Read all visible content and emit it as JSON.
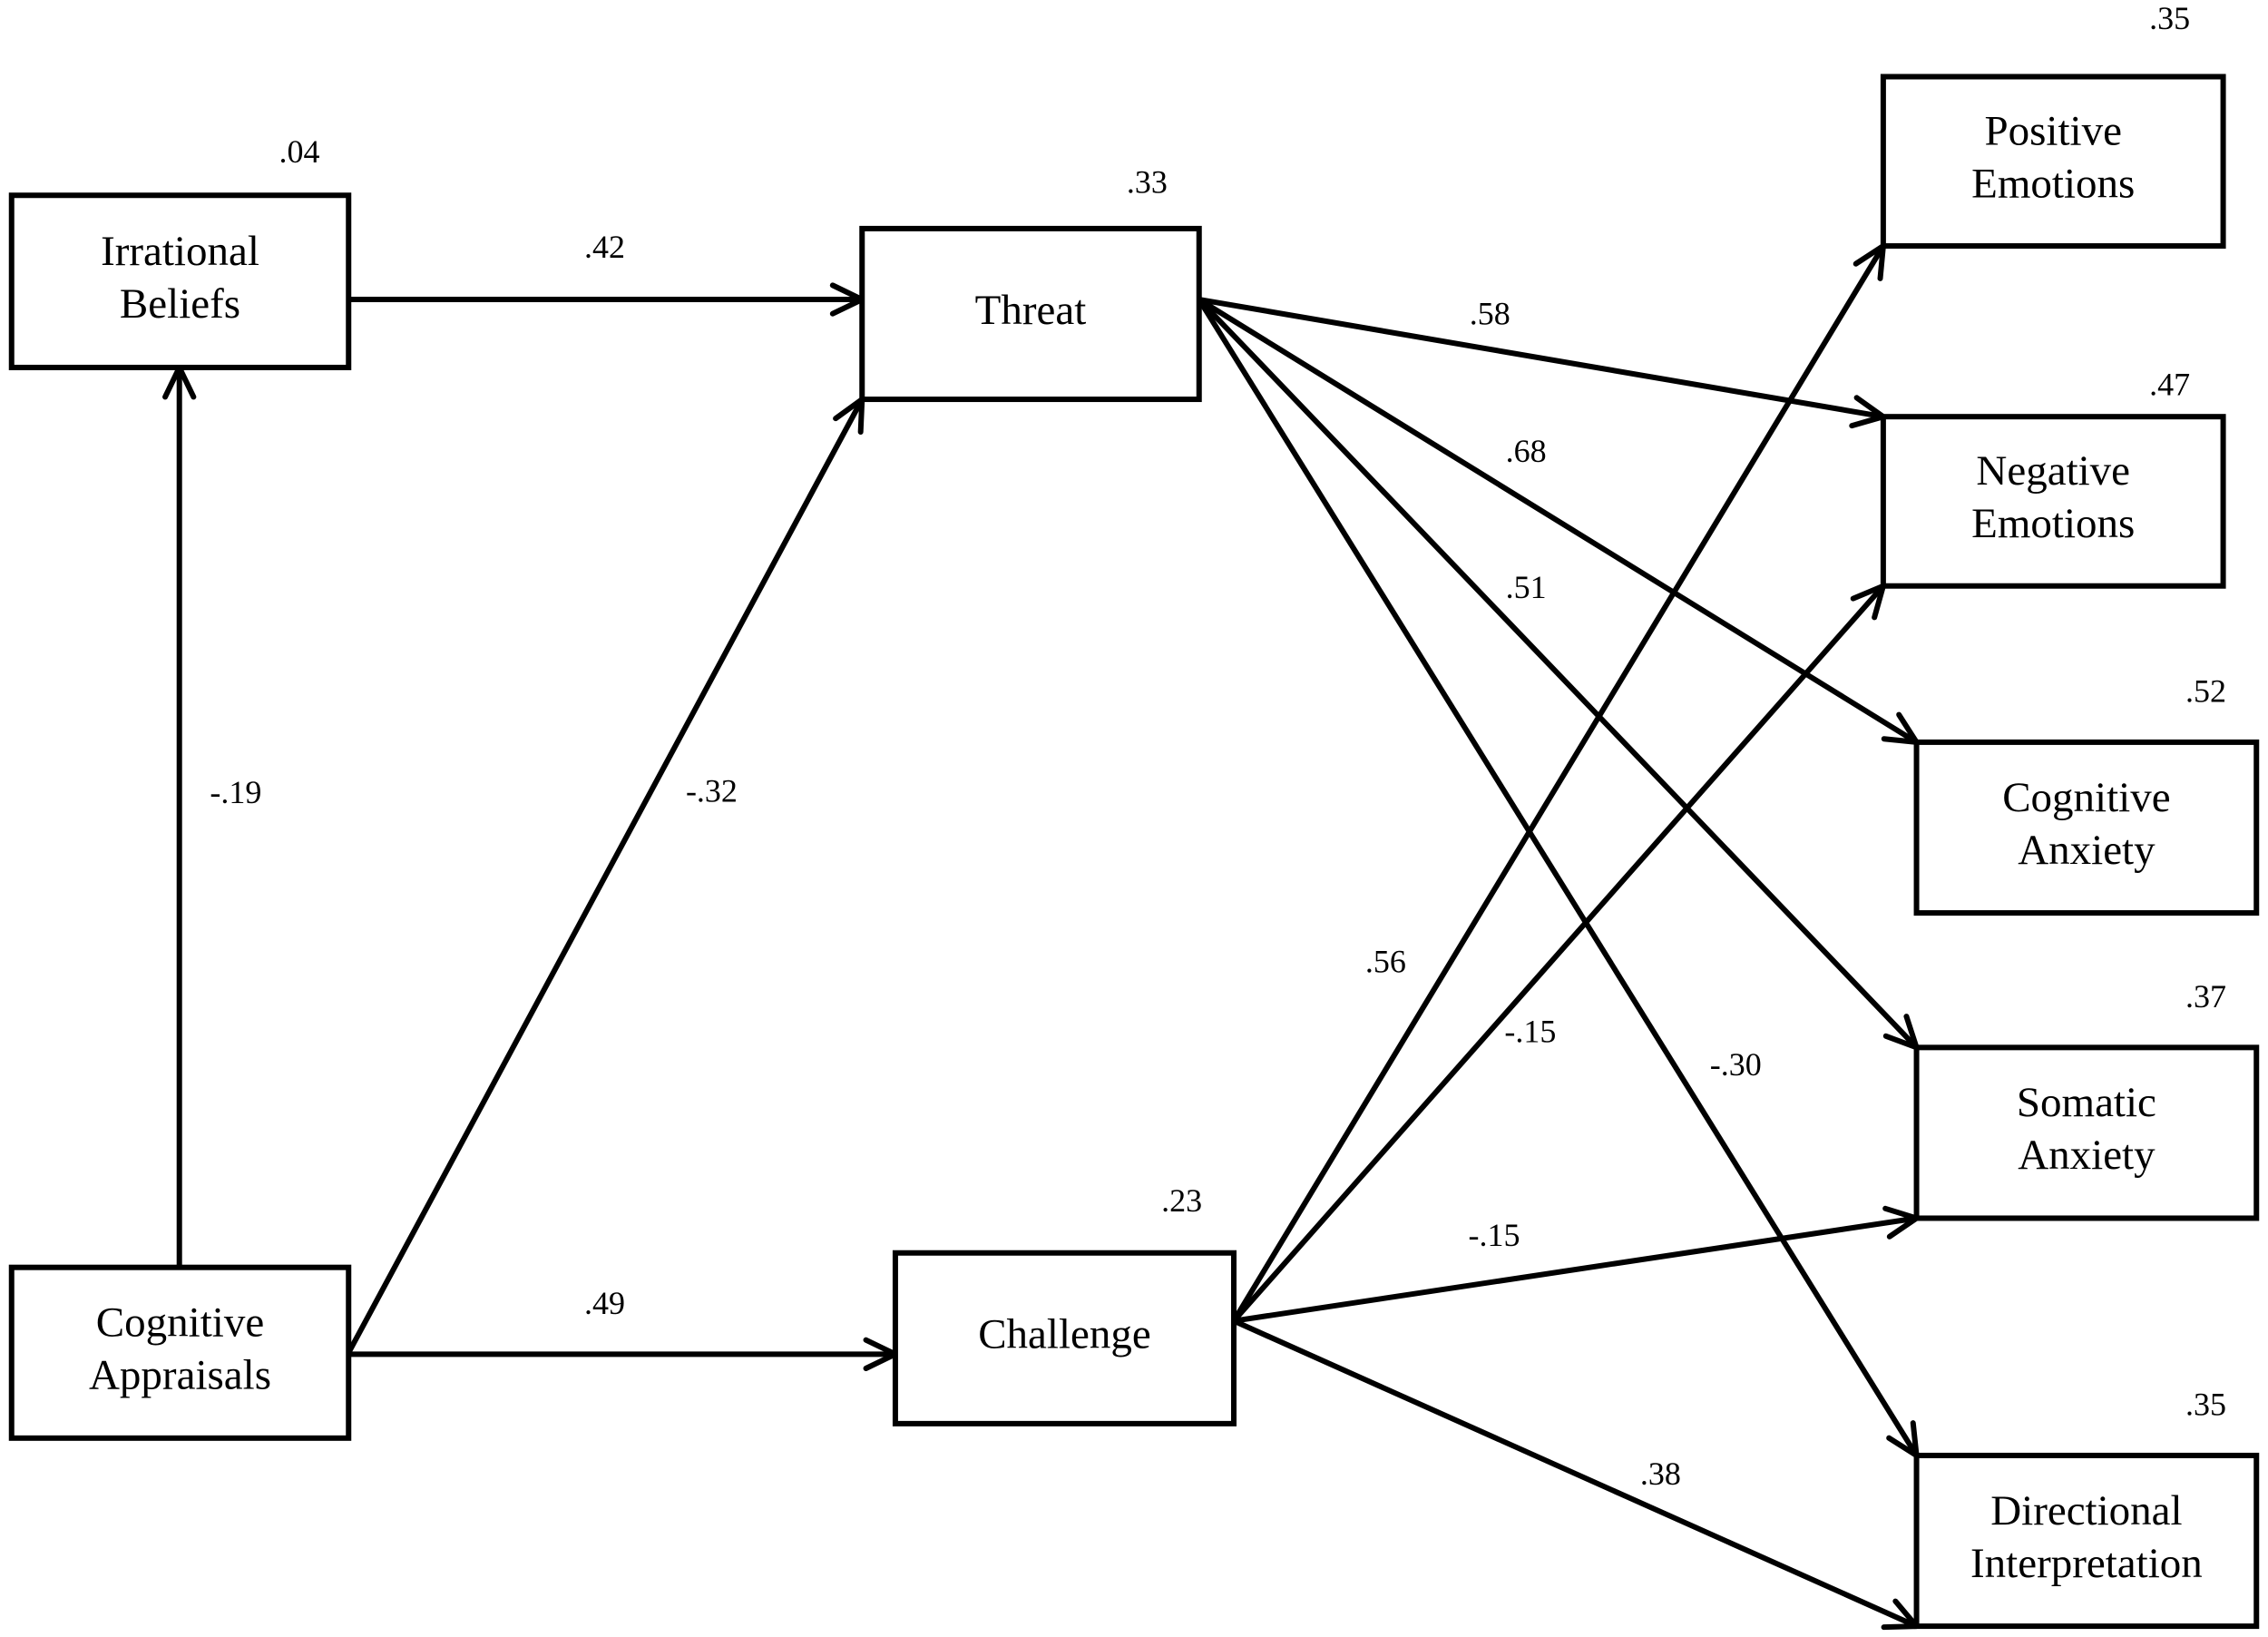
{
  "nodes": [
    {
      "id": "irrational",
      "label": [
        "Irrational",
        "Beliefs"
      ],
      "r2": ".04"
    },
    {
      "id": "appraisals",
      "label": [
        "Cognitive",
        "Appraisals"
      ],
      "r2": ""
    },
    {
      "id": "threat",
      "label": [
        "Threat"
      ],
      "r2": ".33"
    },
    {
      "id": "challenge",
      "label": [
        "Challenge"
      ],
      "r2": ".23"
    },
    {
      "id": "posemo",
      "label": [
        "Positive",
        "Emotions"
      ],
      "r2": ".35"
    },
    {
      "id": "negemo",
      "label": [
        "Negative",
        "Emotions"
      ],
      "r2": ".47"
    },
    {
      "id": "coganx",
      "label": [
        "Cognitive",
        "Anxiety"
      ],
      "r2": ".52"
    },
    {
      "id": "somanx",
      "label": [
        "Somatic",
        "Anxiety"
      ],
      "r2": ".37"
    },
    {
      "id": "dirint",
      "label": [
        "Directional",
        "Interpretation"
      ],
      "r2": ".35"
    }
  ],
  "edges": [
    {
      "from": "appraisals",
      "to": "irrational",
      "coef": "-.19"
    },
    {
      "from": "irrational",
      "to": "threat",
      "coef": ".42"
    },
    {
      "from": "appraisals",
      "to": "threat",
      "coef": "-.32"
    },
    {
      "from": "appraisals",
      "to": "challenge",
      "coef": ".49"
    },
    {
      "from": "threat",
      "to": "negemo",
      "coef": ".58"
    },
    {
      "from": "threat",
      "to": "coganx",
      "coef": ".68"
    },
    {
      "from": "threat",
      "to": "somanx",
      "coef": ".51"
    },
    {
      "from": "threat",
      "to": "dirint",
      "coef": "-.30"
    },
    {
      "from": "challenge",
      "to": "posemo",
      "coef": ".56"
    },
    {
      "from": "challenge",
      "to": "negemo",
      "coef": "-.15"
    },
    {
      "from": "challenge",
      "to": "somanx",
      "coef": "-.15"
    },
    {
      "from": "challenge",
      "to": "dirint",
      "coef": ".38"
    }
  ]
}
